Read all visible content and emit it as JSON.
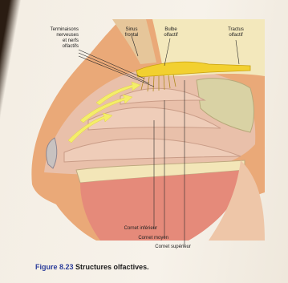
{
  "labels": {
    "terminaisons": "Terminaisons\nnerveuses\net nerfs\nolfactifs",
    "sinus": "Sinus\nfrontal",
    "bulbe": "Bulbe\nolfactif",
    "tractus": "Tractus\nolfactif",
    "cornet_inferieur": "Cornet inférieur",
    "cornet_moyen": "Cornet moyen",
    "cornet_superieur": "Cornet supérieur"
  },
  "caption": {
    "number": "Figure 8.23",
    "text": "Structures olfactives."
  },
  "colors": {
    "skin": "#e8a070",
    "mucosa": "#e8bfa8",
    "bone": "#f3e6b8",
    "nerve": "#f2d030",
    "arrow": "#f4ee6a"
  }
}
